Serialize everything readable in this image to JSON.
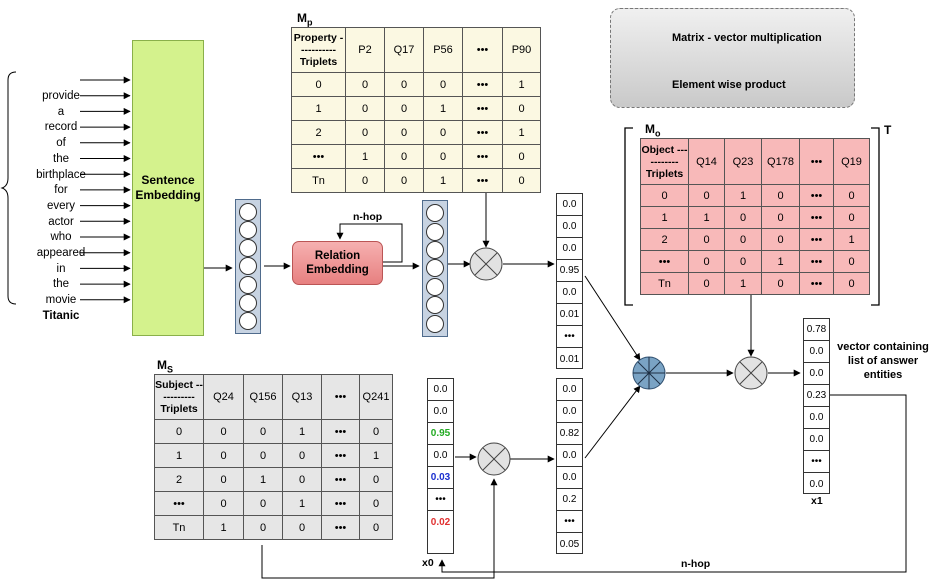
{
  "sentence_words": [
    "provide",
    "a",
    "record",
    "of",
    "the",
    "birthplace",
    "for",
    "every",
    "actor",
    "who",
    "appeared",
    "in",
    "the",
    "movie",
    "Titanic"
  ],
  "sentence_embedding_label": "Sentence Embedding",
  "relation_embedding_label": "Relation Embedding",
  "nhop_label": "n-hop",
  "legend": {
    "matrix_vector": "Matrix - vector multiplication",
    "element_wise": "Element wise product"
  },
  "mp": {
    "title": "M",
    "sub": "p",
    "header": [
      "Property ----------- Triplets",
      "P2",
      "Q17",
      "P56",
      "•••",
      "P90"
    ],
    "rows": [
      [
        "0",
        "0",
        "0",
        "0",
        "•••",
        "1"
      ],
      [
        "1",
        "0",
        "0",
        "1",
        "•••",
        "0"
      ],
      [
        "2",
        "0",
        "0",
        "0",
        "•••",
        "1"
      ],
      [
        "•••",
        "1",
        "0",
        "0",
        "•••",
        "0"
      ],
      [
        "Tn",
        "0",
        "0",
        "1",
        "•••",
        "0"
      ]
    ]
  },
  "mo": {
    "title": "M",
    "sub": "o",
    "transpose": "T",
    "header": [
      "Object ----------- Triplets",
      "Q14",
      "Q23",
      "Q178",
      "•••",
      "Q19"
    ],
    "rows": [
      [
        "0",
        "0",
        "1",
        "0",
        "•••",
        "0"
      ],
      [
        "1",
        "1",
        "0",
        "0",
        "•••",
        "0"
      ],
      [
        "2",
        "0",
        "0",
        "0",
        "•••",
        "1"
      ],
      [
        "•••",
        "0",
        "0",
        "1",
        "•••",
        "0"
      ],
      [
        "Tn",
        "0",
        "1",
        "0",
        "•••",
        "0"
      ]
    ]
  },
  "ms": {
    "title": "M",
    "sub": "S",
    "header": [
      "Subject ----------- Triplets",
      "Q24",
      "Q156",
      "Q13",
      "•••",
      "Q241"
    ],
    "rows": [
      [
        "0",
        "0",
        "0",
        "1",
        "•••",
        "0"
      ],
      [
        "1",
        "0",
        "0",
        "0",
        "•••",
        "1"
      ],
      [
        "2",
        "0",
        "1",
        "0",
        "•••",
        "0"
      ],
      [
        "•••",
        "0",
        "0",
        "1",
        "•••",
        "0"
      ],
      [
        "Tn",
        "1",
        "0",
        "0",
        "•••",
        "0"
      ]
    ]
  },
  "relation_vector": [
    "0.0",
    "0.0",
    "0.0",
    "0.95",
    "0.0",
    "0.01",
    "•••",
    "0.01"
  ],
  "x0": {
    "label": "x0",
    "values": [
      "0.0",
      "0.0",
      "0.95",
      "0.0",
      "0.03",
      "•••",
      "0.02"
    ],
    "colors": [
      "#000000",
      "#000000",
      "#22aa22",
      "#000000",
      "#1a2fcf",
      "#000000",
      "#e03030"
    ]
  },
  "subject_vector": [
    "0.0",
    "0.0",
    "0.82",
    "0.0",
    "0.0",
    "0.2",
    "•••",
    "0.05"
  ],
  "x1": {
    "label": "x1",
    "values": [
      "0.78",
      "0.0",
      "0.0",
      "0.23",
      "0.0",
      "0.0",
      "•••",
      "0.0"
    ]
  },
  "answer_label": "vector containing list of answer entities"
}
